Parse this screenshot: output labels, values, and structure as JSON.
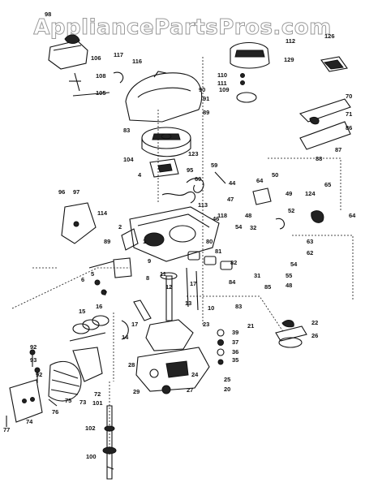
{
  "watermark": "AppliancePartsPros.com",
  "callouts": [
    {
      "label": "98"
    },
    {
      "label": "106"
    },
    {
      "label": "117"
    },
    {
      "label": "116"
    },
    {
      "label": "108"
    },
    {
      "label": "105"
    },
    {
      "label": "90"
    },
    {
      "label": "91"
    },
    {
      "label": "89"
    },
    {
      "label": "83"
    },
    {
      "label": "112"
    },
    {
      "label": "129"
    },
    {
      "label": "110"
    },
    {
      "label": "111"
    },
    {
      "label": "109"
    },
    {
      "label": "126"
    },
    {
      "label": "70"
    },
    {
      "label": "71"
    },
    {
      "label": "86"
    },
    {
      "label": "87"
    },
    {
      "label": "88"
    },
    {
      "label": "104"
    },
    {
      "label": "123"
    },
    {
      "label": "4"
    },
    {
      "label": "95"
    },
    {
      "label": "59"
    },
    {
      "label": "60"
    },
    {
      "label": "44"
    },
    {
      "label": "64"
    },
    {
      "label": "50"
    },
    {
      "label": "49"
    },
    {
      "label": "124"
    },
    {
      "label": "65"
    },
    {
      "label": "64"
    },
    {
      "label": "52"
    },
    {
      "label": "96"
    },
    {
      "label": "97"
    },
    {
      "label": "114"
    },
    {
      "label": "47"
    },
    {
      "label": "46"
    },
    {
      "label": "113"
    },
    {
      "label": "118"
    },
    {
      "label": "48"
    },
    {
      "label": "54"
    },
    {
      "label": "32"
    },
    {
      "label": "89"
    },
    {
      "label": "2"
    },
    {
      "label": "1"
    },
    {
      "label": "80"
    },
    {
      "label": "81"
    },
    {
      "label": "82"
    },
    {
      "label": "63"
    },
    {
      "label": "62"
    },
    {
      "label": "54"
    },
    {
      "label": "55"
    },
    {
      "label": "48"
    },
    {
      "label": "31"
    },
    {
      "label": "9"
    },
    {
      "label": "8"
    },
    {
      "label": "6"
    },
    {
      "label": "5"
    },
    {
      "label": "7"
    },
    {
      "label": "11"
    },
    {
      "label": "12"
    },
    {
      "label": "17"
    },
    {
      "label": "13"
    },
    {
      "label": "10"
    },
    {
      "label": "84"
    },
    {
      "label": "85"
    },
    {
      "label": "83"
    },
    {
      "label": "15"
    },
    {
      "label": "16"
    },
    {
      "label": "14"
    },
    {
      "label": "17"
    },
    {
      "label": "23"
    },
    {
      "label": "39"
    },
    {
      "label": "37"
    },
    {
      "label": "36"
    },
    {
      "label": "35"
    },
    {
      "label": "21"
    },
    {
      "label": "22"
    },
    {
      "label": "26"
    },
    {
      "label": "28"
    },
    {
      "label": "24"
    },
    {
      "label": "25"
    },
    {
      "label": "20"
    },
    {
      "label": "27"
    },
    {
      "label": "29"
    },
    {
      "label": "92"
    },
    {
      "label": "93"
    },
    {
      "label": "92"
    },
    {
      "label": "73"
    },
    {
      "label": "72"
    },
    {
      "label": "101"
    },
    {
      "label": "75"
    },
    {
      "label": "76"
    },
    {
      "label": "74"
    },
    {
      "label": "77"
    },
    {
      "label": "102"
    },
    {
      "label": "100"
    }
  ]
}
